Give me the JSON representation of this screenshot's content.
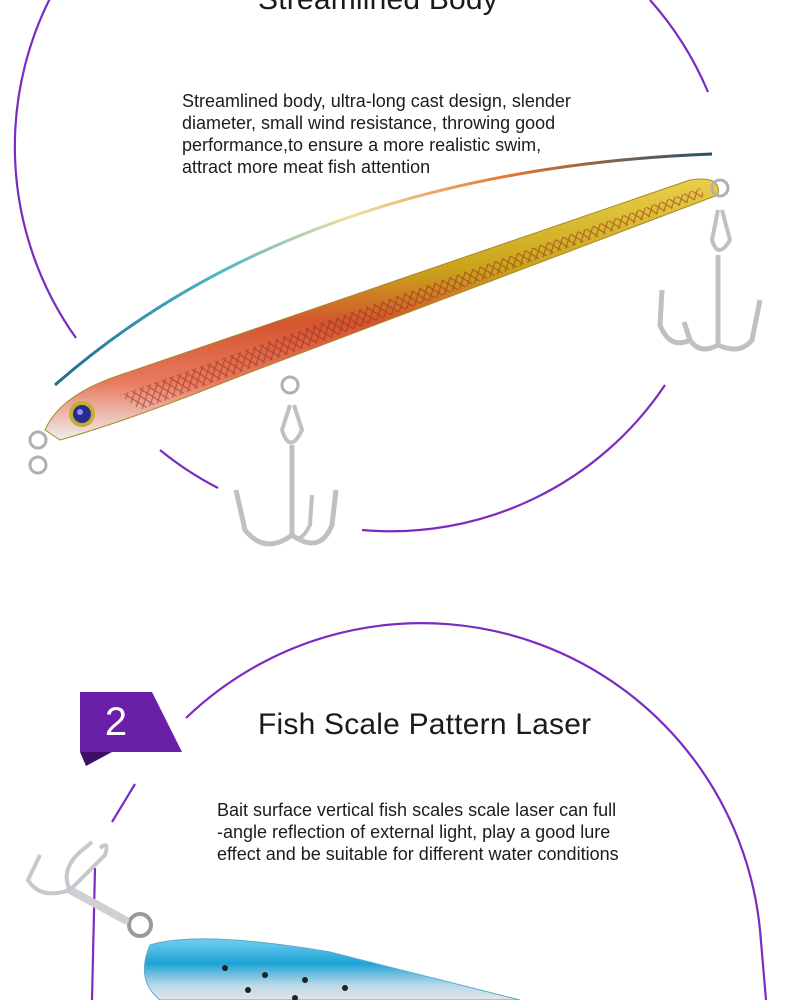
{
  "sections": [
    {
      "title": "Streamlined Body",
      "description_lines": [
        "Streamlined body, ultra-long cast design, slender",
        "diameter, small wind resistance, throwing good",
        "performance,to ensure a more realistic swim,",
        "attract more meat fish attention"
      ],
      "image": "gold-red-minnow-lure-with-treble-hooks"
    },
    {
      "badge_number": "2",
      "title": "Fish Scale Pattern Laser",
      "description_lines": [
        "Bait surface vertical fish scales scale laser can full",
        "-angle reflection of external light, play a good lure",
        "effect and  be suitable for different water conditions"
      ],
      "image": "blue-silver-lure-with-treble-hook"
    }
  ],
  "colors": {
    "accent_purple": "#6a1fa8",
    "circle_line": "#7a2cc0",
    "lure1_top": "#d8b820",
    "lure1_side": "#d0563a",
    "lure1_belly": "#e8e4e6",
    "lure2_top": "#1aa6d8",
    "lure2_belly": "#d8dde2",
    "hook_silver": "#b8b8bc"
  }
}
